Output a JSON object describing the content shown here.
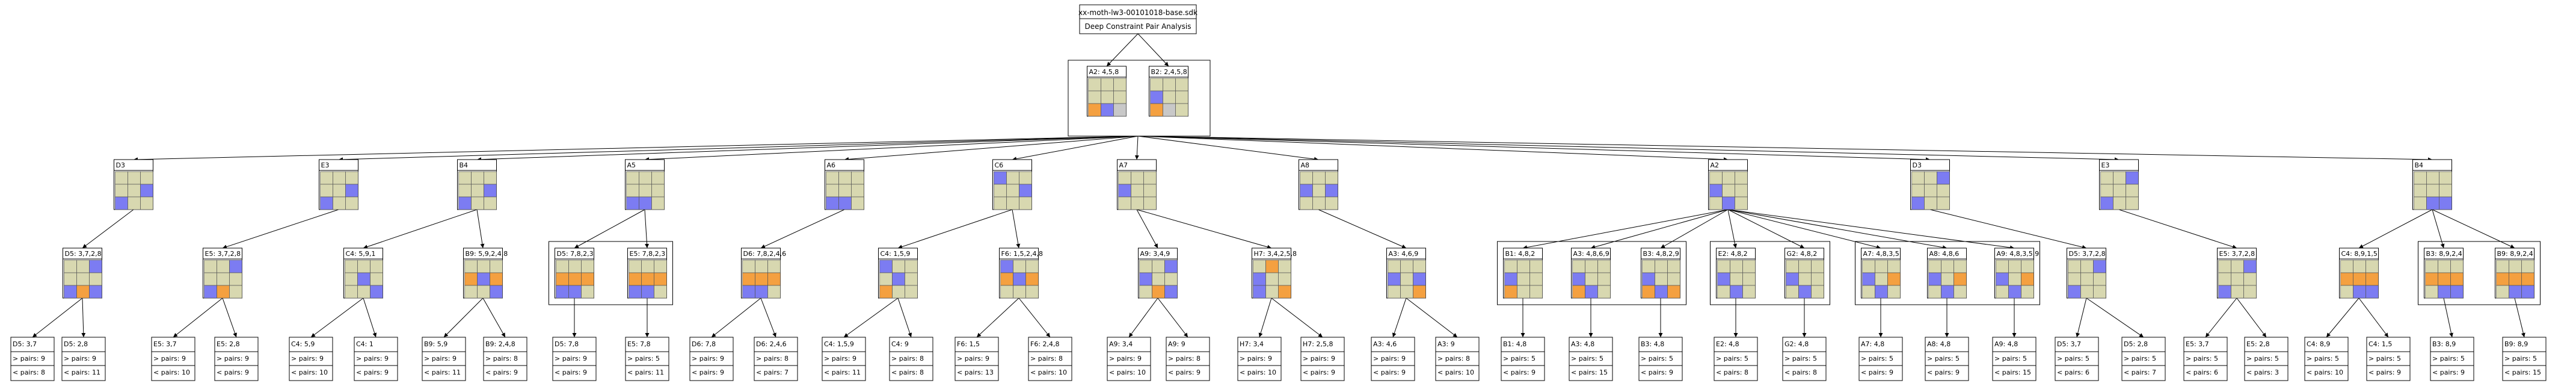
{
  "title": {
    "filename": "xx-moth-lw3-00101018-base.sdk",
    "subtitle": "Deep Constraint Pair Analysis"
  },
  "colors": {
    "cell": "#d8d8b0",
    "blue": "#7c7cf2",
    "orange": "#f4a040",
    "gray": "#c8c8c8",
    "line": "#000000"
  },
  "root": {
    "nodes": [
      {
        "id": "rA2",
        "label": "A2: 4,5,8",
        "cells": "ddd\nddd\nobg"
      },
      {
        "id": "rB2",
        "label": "B2: 2,4,5,8",
        "cells": "ddd\nbdd\nogd"
      }
    ]
  },
  "level1": [
    {
      "id": "l1_0",
      "label": "D3",
      "cells": "ddd\nddb\nbdd"
    },
    {
      "id": "l1_1",
      "label": "E3",
      "cells": "ddd\nddb\nbdd"
    },
    {
      "id": "l1_2",
      "label": "B4",
      "cells": "ddd\nddb\nbdd"
    },
    {
      "id": "l1_3",
      "label": "A5",
      "cells": "ddd\nddd\nbbd"
    },
    {
      "id": "l1_4",
      "label": "A6",
      "cells": "ddd\nddd\nbbd"
    },
    {
      "id": "l1_5",
      "label": "C6",
      "cells": "bdd\nddb\nddd"
    },
    {
      "id": "l1_6",
      "label": "A7",
      "cells": "ddd\nbdd\nddd"
    },
    {
      "id": "l1_7",
      "label": "A8",
      "cells": "ddd\nbdb\nddd"
    },
    {
      "id": "l1_8",
      "label": "A2",
      "cells": "ddd\nbdd\ndbd"
    },
    {
      "id": "l1_9",
      "label": "D3",
      "cells": "ddb\nddd\nbdd"
    },
    {
      "id": "l1_10",
      "label": "E3",
      "cells": "ddb\nddd\nbdd"
    },
    {
      "id": "l1_11",
      "label": "B4",
      "cells": "ddd\nddd\ndbb"
    }
  ],
  "level2": [
    {
      "id": "l2_0",
      "parent": 0,
      "group": "",
      "label": "D5: 3,7,2,8",
      "cells": "ddb\nddd\nbob"
    },
    {
      "id": "l2_1",
      "parent": 1,
      "group": "",
      "label": "E5: 3,7,2,8",
      "cells": "ddb\nddd\nbod"
    },
    {
      "id": "l2_2",
      "parent": 2,
      "group": "",
      "label": "C4: 5,9,1",
      "cells": "ddd\ndbd\nddb"
    },
    {
      "id": "l2_3",
      "parent": 2,
      "group": "",
      "label": "B9: 5,9,2,4,8",
      "cells": "ddd\nobo\nddb"
    },
    {
      "id": "l2_4",
      "parent": 3,
      "group": "g1",
      "label": "D5: 7,8,2,3",
      "cells": "ddd\nooo\nbbd"
    },
    {
      "id": "l2_5",
      "parent": 3,
      "group": "g1",
      "label": "E5: 7,8,2,3",
      "cells": "ddd\nooo\nbbd"
    },
    {
      "id": "l2_6",
      "parent": 4,
      "group": "",
      "label": "D6: 7,8,2,4,6",
      "cells": "ddd\nooo\nbbd"
    },
    {
      "id": "l2_7",
      "parent": 5,
      "group": "",
      "label": "C4: 1,5,9",
      "cells": "bdd\ndbd\nodd"
    },
    {
      "id": "l2_8",
      "parent": 5,
      "group": "",
      "label": "F6: 1,5,2,4,8",
      "cells": "bdd\nobo\nddd"
    },
    {
      "id": "l2_9",
      "parent": 6,
      "group": "",
      "label": "A9: 3,4,9",
      "cells": "ddb\nbdd\ndob"
    },
    {
      "id": "l2_10",
      "parent": 6,
      "group": "",
      "label": "H7: 3,4,2,5,8",
      "cells": "dod\nbdd\nbdo"
    },
    {
      "id": "l2_11",
      "parent": 7,
      "group": "",
      "label": "A3: 4,6,9",
      "cells": "ddd\nbdb\nddo"
    },
    {
      "id": "l2_12",
      "parent": 8,
      "group": "g2",
      "label": "B1: 4,8,2",
      "cells": "ddd\nbdd\nodd"
    },
    {
      "id": "l2_13",
      "parent": 8,
      "group": "g2",
      "label": "A3: 4,8,6,9",
      "cells": "ddd\nbdd\nobd"
    },
    {
      "id": "l2_14",
      "parent": 8,
      "group": "g2",
      "label": "B3: 4,8,2,9",
      "cells": "ddd\nbdd\nobo"
    },
    {
      "id": "l2_15",
      "parent": 8,
      "group": "g3",
      "label": "E2: 4,8,2",
      "cells": "ddd\nbdd\ndbd"
    },
    {
      "id": "l2_16",
      "parent": 8,
      "group": "g3",
      "label": "G2: 4,8,2",
      "cells": "ddd\nbdd\ndbd"
    },
    {
      "id": "l2_17",
      "parent": 8,
      "group": "g4",
      "label": "A7: 4,8,3,5",
      "cells": "ddd\nbdo\ndbd"
    },
    {
      "id": "l2_18",
      "parent": 8,
      "group": "g4",
      "label": "A8: 4,8,6",
      "cells": "ddd\nbdo\ndbd"
    },
    {
      "id": "l2_19",
      "parent": 8,
      "group": "g4",
      "label": "A9: 4,8,3,5,9",
      "cells": "ddd\nbdo\ndbd"
    },
    {
      "id": "l2_20",
      "parent": 9,
      "group": "",
      "label": "D5: 3,7,2,8",
      "cells": "ddb\nddd\nbdd"
    },
    {
      "id": "l2_21",
      "parent": 10,
      "group": "",
      "label": "E5: 3,7,2,8",
      "cells": "ddb\nddd\nbdd"
    },
    {
      "id": "l2_22",
      "parent": 11,
      "group": "",
      "label": "C4: 8,9,1,5",
      "cells": "ddd\nooo\ndbb"
    },
    {
      "id": "l2_23",
      "parent": 11,
      "group": "g5",
      "label": "B3: 8,9,2,4",
      "cells": "ddd\nooo\ndbb"
    },
    {
      "id": "l2_24",
      "parent": 11,
      "group": "g5",
      "label": "B9: 8,9,2,4",
      "cells": "ddd\nooo\ndbb"
    }
  ],
  "level3": [
    {
      "id": "l3_0",
      "parent": 0,
      "label": "D5: 3,7",
      "gt": "> pairs: 9",
      "lt": "< pairs: 8"
    },
    {
      "id": "l3_1",
      "parent": 0,
      "label": "D5: 2,8",
      "gt": "> pairs: 9",
      "lt": "< pairs: 11"
    },
    {
      "id": "l3_2",
      "parent": 1,
      "label": "E5: 3,7",
      "gt": "> pairs: 9",
      "lt": "< pairs: 10"
    },
    {
      "id": "l3_3",
      "parent": 1,
      "label": "E5: 2,8",
      "gt": "> pairs: 9",
      "lt": "< pairs: 9"
    },
    {
      "id": "l3_4",
      "parent": 2,
      "label": "C4: 5,9",
      "gt": "> pairs: 9",
      "lt": "< pairs: 10"
    },
    {
      "id": "l3_5",
      "parent": 2,
      "label": "C4: 1",
      "gt": "> pairs: 9",
      "lt": "< pairs: 9"
    },
    {
      "id": "l3_6",
      "parent": 3,
      "label": "B9: 5,9",
      "gt": "> pairs: 9",
      "lt": "< pairs: 11"
    },
    {
      "id": "l3_7",
      "parent": 3,
      "label": "B9: 2,4,8",
      "gt": "> pairs: 8",
      "lt": "< pairs: 9"
    },
    {
      "id": "l3_8",
      "parent": 4,
      "label": "D5: 7,8",
      "gt": "> pairs: 9",
      "lt": "< pairs: 9"
    },
    {
      "id": "l3_9",
      "parent": 5,
      "label": "E5: 7,8",
      "gt": "> pairs: 5",
      "lt": "< pairs: 11"
    },
    {
      "id": "l3_10",
      "parent": 6,
      "label": "D6: 7,8",
      "gt": "> pairs: 9",
      "lt": "< pairs: 9"
    },
    {
      "id": "l3_11",
      "parent": 6,
      "label": "D6: 2,4,6",
      "gt": "> pairs: 8",
      "lt": "< pairs: 7"
    },
    {
      "id": "l3_12",
      "parent": 7,
      "label": "C4: 1,5,9",
      "gt": "> pairs: 9",
      "lt": "< pairs: 11"
    },
    {
      "id": "l3_13",
      "parent": 7,
      "label": "C4: 9",
      "gt": "> pairs: 8",
      "lt": "< pairs: 8"
    },
    {
      "id": "l3_14",
      "parent": 8,
      "label": "F6: 1,5",
      "gt": "> pairs: 9",
      "lt": "< pairs: 13"
    },
    {
      "id": "l3_15",
      "parent": 8,
      "label": "F6: 2,4,8",
      "gt": "> pairs: 8",
      "lt": "< pairs: 10"
    },
    {
      "id": "l3_16",
      "parent": 9,
      "label": "A9: 3,4",
      "gt": "> pairs: 9",
      "lt": "< pairs: 10"
    },
    {
      "id": "l3_17",
      "parent": 9,
      "label": "A9: 9",
      "gt": "> pairs: 8",
      "lt": "< pairs: 9"
    },
    {
      "id": "l3_18",
      "parent": 10,
      "label": "H7: 3,4",
      "gt": "> pairs: 9",
      "lt": "< pairs: 10"
    },
    {
      "id": "l3_19",
      "parent": 10,
      "label": "H7: 2,5,8",
      "gt": "> pairs: 9",
      "lt": "< pairs: 9"
    },
    {
      "id": "l3_20",
      "parent": 11,
      "label": "A3: 4,6",
      "gt": "> pairs: 9",
      "lt": "< pairs: 9"
    },
    {
      "id": "l3_21",
      "parent": 11,
      "label": "A3: 9",
      "gt": "> pairs: 8",
      "lt": "< pairs: 10"
    },
    {
      "id": "l3_22",
      "parent": 12,
      "label": "B1: 4,8",
      "gt": "> pairs: 5",
      "lt": "< pairs: 9"
    },
    {
      "id": "l3_23",
      "parent": 13,
      "label": "A3: 4,8",
      "gt": "> pairs: 5",
      "lt": "< pairs: 15"
    },
    {
      "id": "l3_24",
      "parent": 14,
      "label": "B3: 4,8",
      "gt": "> pairs: 5",
      "lt": "< pairs: 9"
    },
    {
      "id": "l3_25",
      "parent": 15,
      "label": "E2: 4,8",
      "gt": "> pairs: 5",
      "lt": "< pairs: 8"
    },
    {
      "id": "l3_26",
      "parent": 16,
      "label": "G2: 4,8",
      "gt": "> pairs: 5",
      "lt": "< pairs: 8"
    },
    {
      "id": "l3_27",
      "parent": 17,
      "label": "A7: 4,8",
      "gt": "> pairs: 5",
      "lt": "< pairs: 9"
    },
    {
      "id": "l3_28",
      "parent": 18,
      "label": "A8: 4,8",
      "gt": "> pairs: 5",
      "lt": "< pairs: 9"
    },
    {
      "id": "l3_29",
      "parent": 19,
      "label": "A9: 4,8",
      "gt": "> pairs: 5",
      "lt": "< pairs: 15"
    },
    {
      "id": "l3_30",
      "parent": 20,
      "label": "D5: 3,7",
      "gt": "> pairs: 5",
      "lt": "< pairs: 6"
    },
    {
      "id": "l3_31",
      "parent": 20,
      "label": "D5: 2,8",
      "gt": "> pairs: 5",
      "lt": "< pairs: 7"
    },
    {
      "id": "l3_32",
      "parent": 21,
      "label": "E5: 3,7",
      "gt": "> pairs: 5",
      "lt": "< pairs: 6"
    },
    {
      "id": "l3_33",
      "parent": 21,
      "label": "E5: 2,8",
      "gt": "> pairs: 5",
      "lt": "< pairs: 3"
    },
    {
      "id": "l3_34",
      "parent": 22,
      "label": "C4: 8,9",
      "gt": "> pairs: 5",
      "lt": "< pairs: 10"
    },
    {
      "id": "l3_35",
      "parent": 22,
      "label": "C4: 1,5",
      "gt": "> pairs: 5",
      "lt": "< pairs: 9"
    },
    {
      "id": "l3_36",
      "parent": 23,
      "label": "B3: 8,9",
      "gt": "> pairs: 5",
      "lt": "< pairs: 9"
    },
    {
      "id": "l3_37",
      "parent": 24,
      "label": "B9: 8,9",
      "gt": "> pairs: 5",
      "lt": "< pairs: 15"
    }
  ]
}
